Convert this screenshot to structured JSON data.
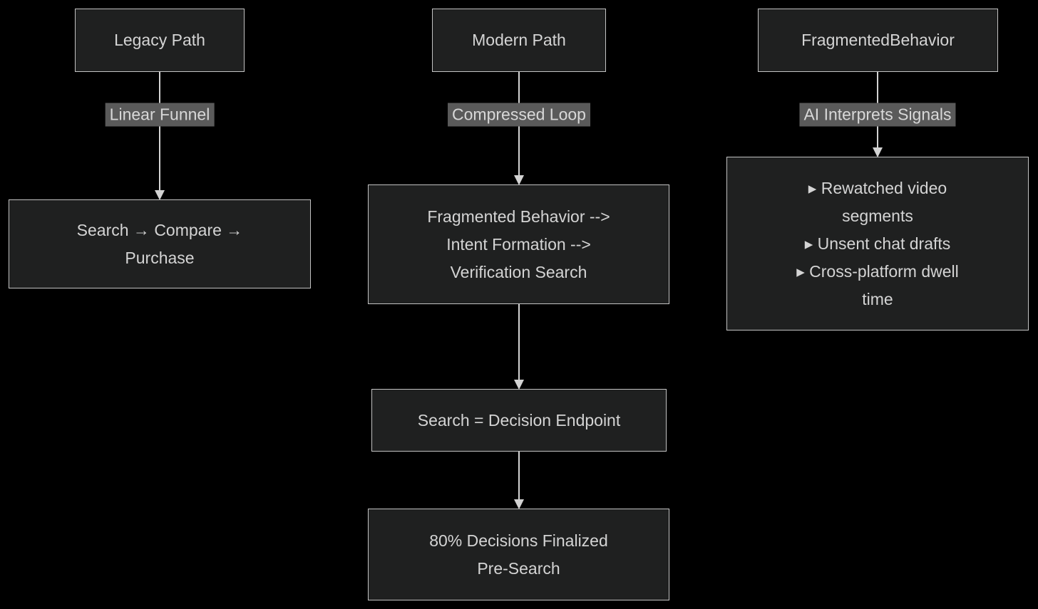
{
  "diagram": {
    "type": "flowchart",
    "colors": {
      "background": "#000000",
      "node_fill": "#1f2020",
      "node_border": "#c3c3c3",
      "node_text": "#d4d4d4",
      "edge_line": "#d3d3d3",
      "edge_label_bg": "#5a5a5a",
      "edge_label_text": "#d8d8d8"
    },
    "nodes": {
      "legacy_header": "Legacy Path",
      "legacy_outcome": "Search → Compare → Purchase",
      "modern_header": "Modern Path",
      "modern_loop": "Fragmented Behavior --> Intent Formation --> Verification Search",
      "decision_endpoint": "Search = Decision Endpoint",
      "pre_search": "80% Decisions Finalized Pre-Search",
      "fragmented_header": "FragmentedBehavior",
      "signal_items": [
        "▸ Rewatched video segments",
        "▸ Unsent chat drafts",
        "▸ Cross-platform dwell time"
      ]
    },
    "edge_labels": {
      "legacy": "Linear Funnel",
      "modern": "Compressed Loop",
      "fragmented": "AI Interprets Signals"
    }
  }
}
